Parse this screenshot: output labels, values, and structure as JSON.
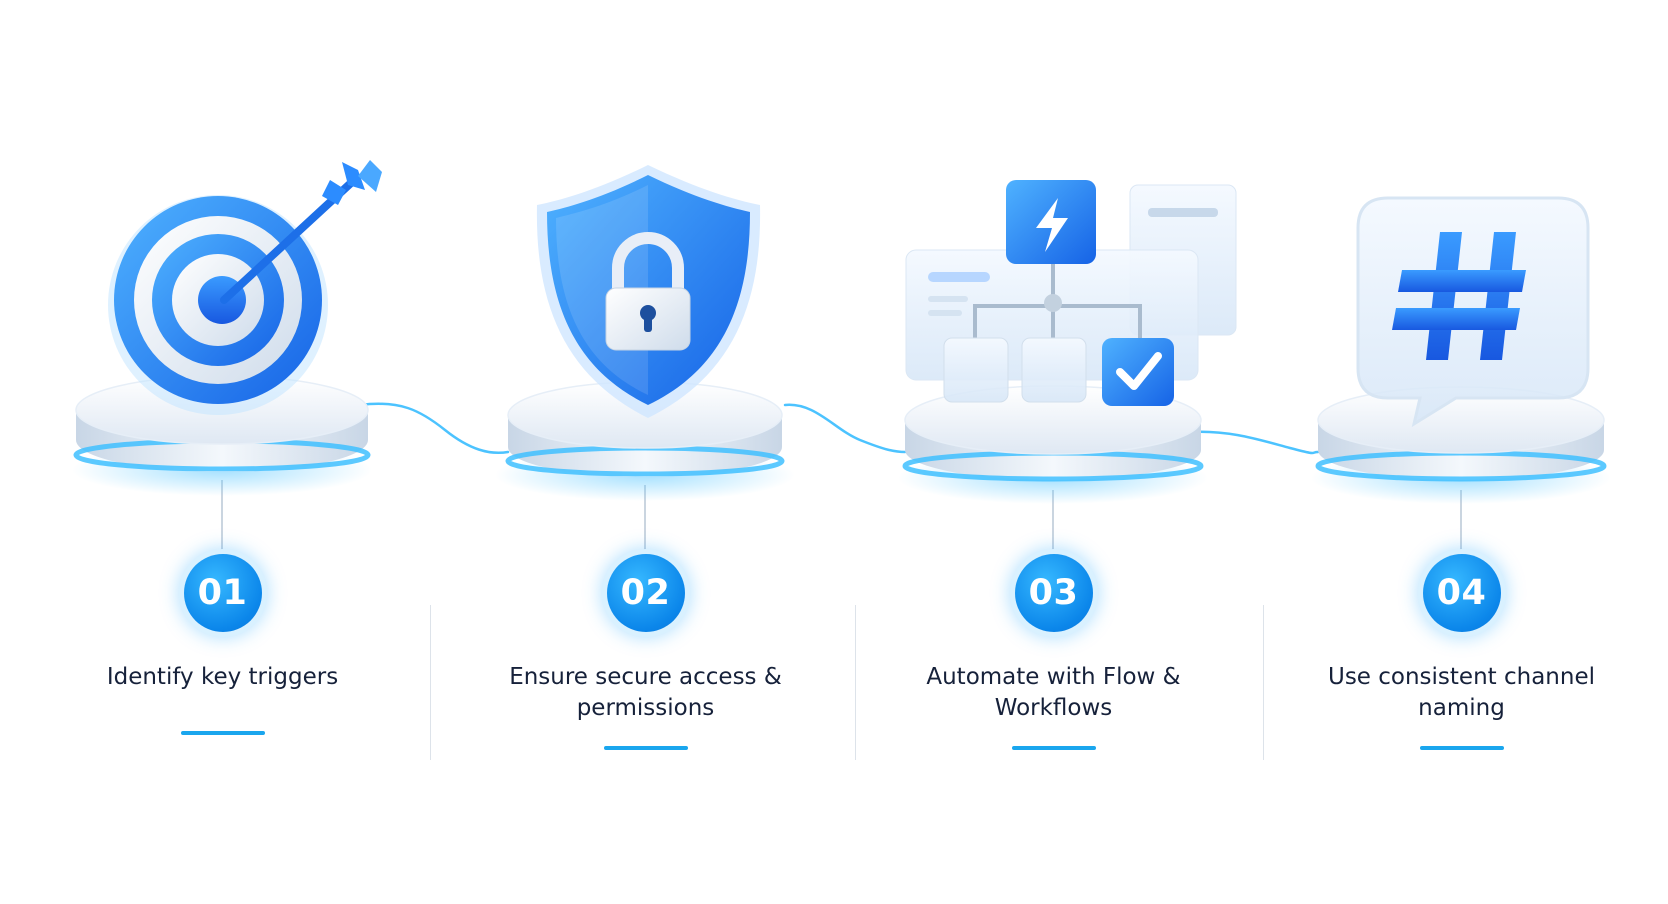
{
  "steps": [
    {
      "number": "01",
      "label": "Identify key triggers",
      "icon": "target-arrow-icon"
    },
    {
      "number": "02",
      "label": "Ensure secure access & permissions",
      "icon": "shield-lock-icon"
    },
    {
      "number": "03",
      "label": "Automate with Flow & Workflows",
      "icon": "workflow-automation-icon"
    },
    {
      "number": "04",
      "label": "Use consistent channel naming",
      "icon": "hashtag-chat-icon"
    }
  ],
  "colors": {
    "accent": "#1aa6ee",
    "primary_blue": "#1c7ef2",
    "badge_blue": "#0b86ea",
    "text": "#16213a",
    "divider": "#dde3ea"
  }
}
